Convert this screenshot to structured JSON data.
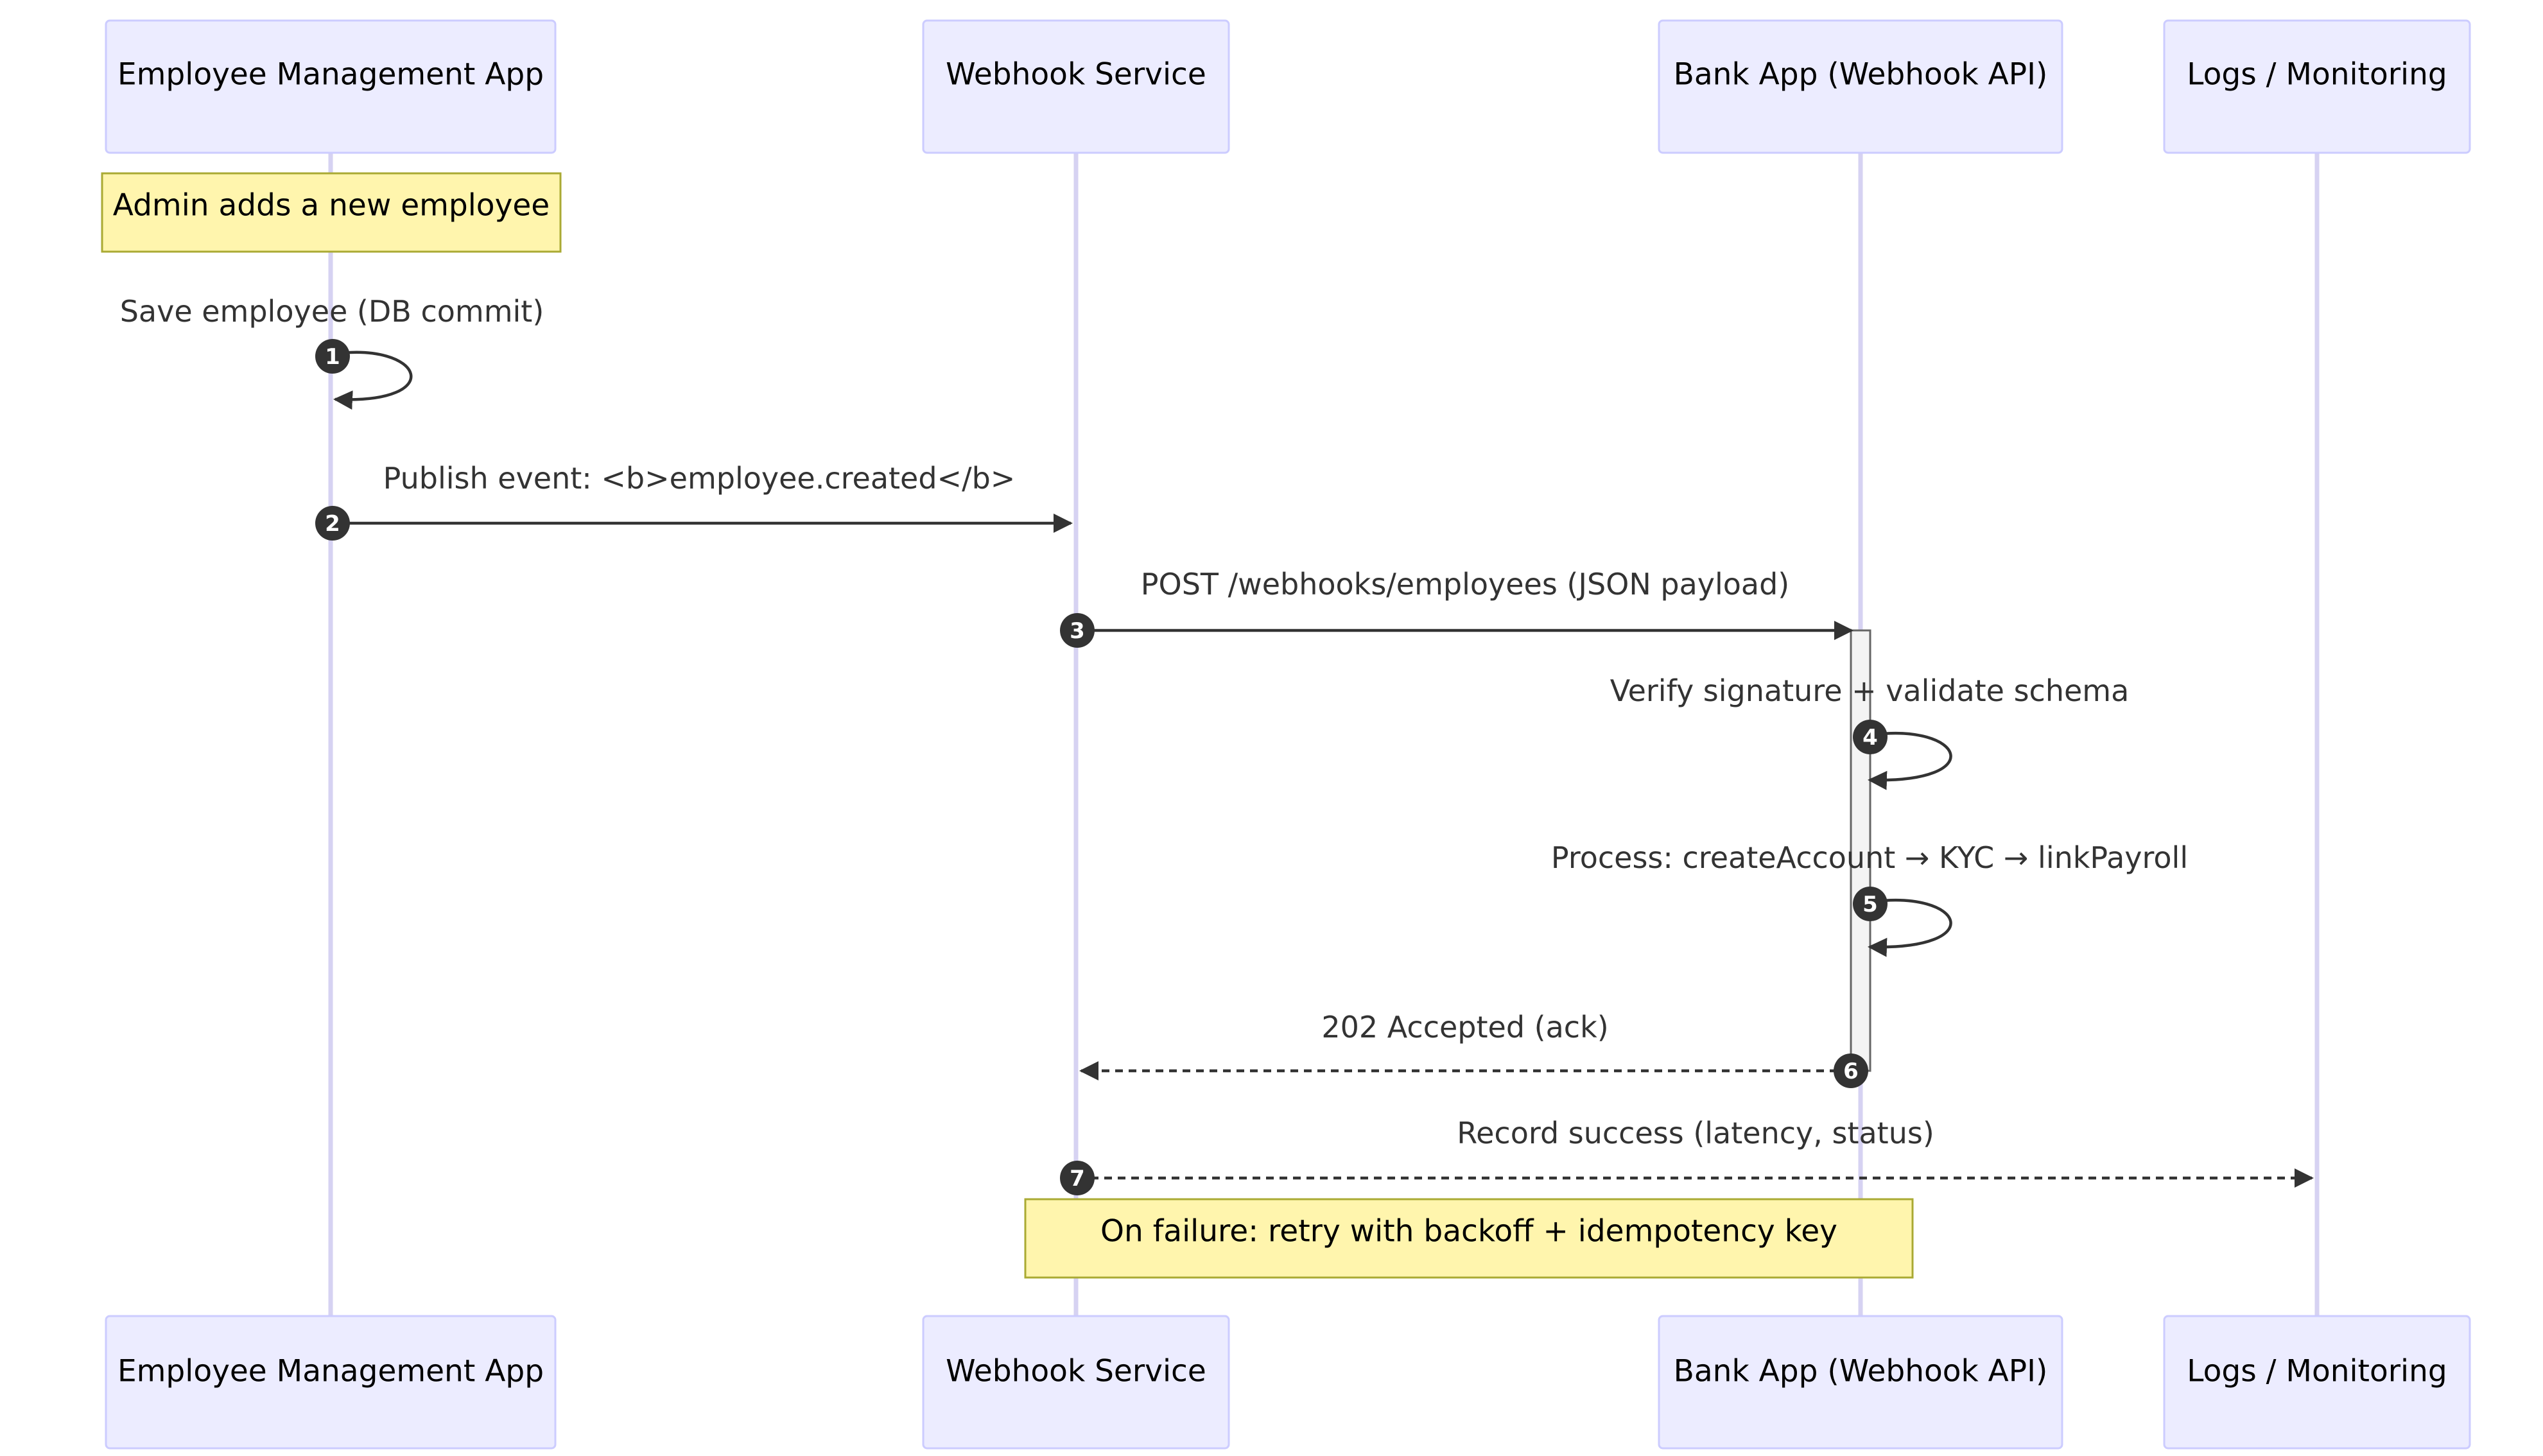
{
  "participants": [
    {
      "id": "ema",
      "label": "Employee Management App"
    },
    {
      "id": "ws",
      "label": "Webhook Service"
    },
    {
      "id": "bank",
      "label": "Bank App (Webhook API)"
    },
    {
      "id": "logs",
      "label": "Logs / Monitoring"
    }
  ],
  "notes": [
    {
      "label": "Admin adds a new employee"
    },
    {
      "label": "On failure: retry with backoff + idempotency key"
    }
  ],
  "messages": [
    {
      "num": "1",
      "label": "Save employee (DB commit)"
    },
    {
      "num": "2",
      "label": "Publish event: <b>employee.created</b>"
    },
    {
      "num": "3",
      "label": "POST /webhooks/employees (JSON payload)"
    },
    {
      "num": "4",
      "label": "Verify signature + validate schema"
    },
    {
      "num": "5",
      "label": "Process: createAccount → KYC → linkPayroll"
    },
    {
      "num": "6",
      "label": "202 Accepted (ack)"
    },
    {
      "num": "7",
      "label": "Record success (latency, status)"
    }
  ],
  "colors": {
    "actor_fill": "#ECECFF",
    "actor_stroke": "#CCCCFF",
    "lifeline": "#D6D2F2",
    "note_fill": "#FFF5AD",
    "note_stroke": "#AAAA33",
    "message": "#333333"
  }
}
